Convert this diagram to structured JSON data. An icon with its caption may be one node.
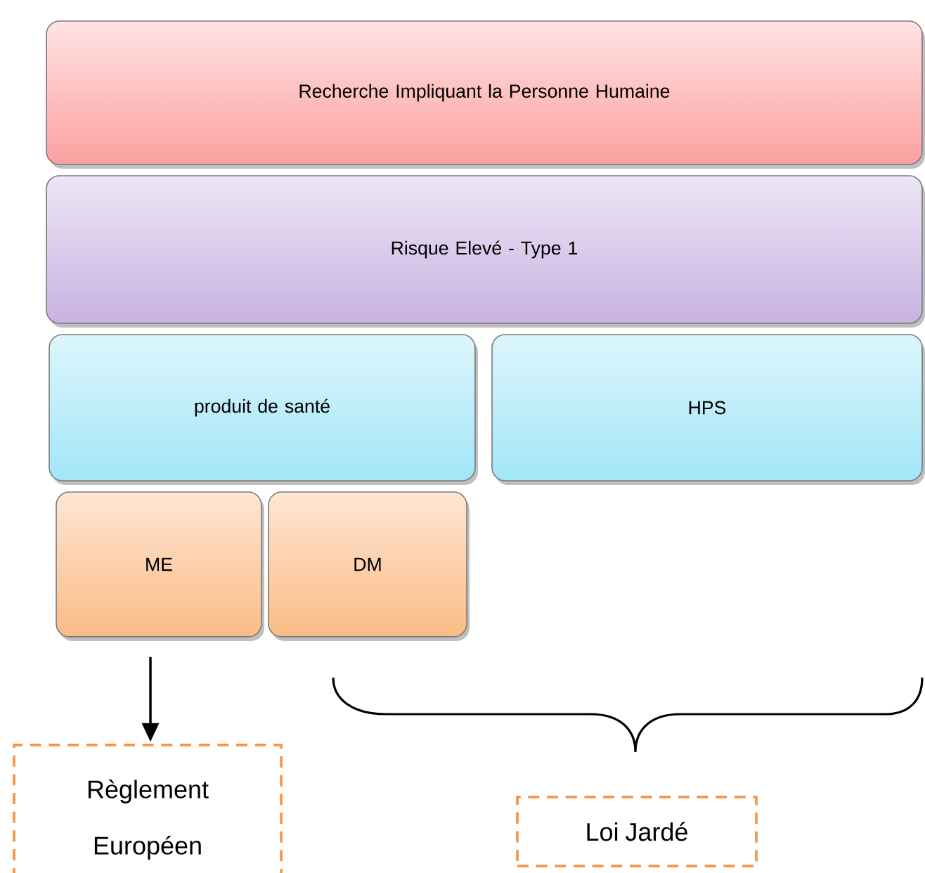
{
  "diagram": {
    "nodes": [
      {
        "text": [
          "Recherche Impliquant la Personne Humaine"
        ]
      },
      {
        "text": [
          "Risque Elevé - Type 1"
        ]
      },
      {
        "text": [
          "produit de santé"
        ]
      },
      {
        "text": [
          "HPS"
        ]
      },
      {
        "text": [
          "ME"
        ]
      },
      {
        "text": [
          "DM"
        ]
      },
      {
        "text": [
          "Règlement Européen"
        ]
      },
      {
        "text": [
          "Loi Jardé"
        ]
      }
    ],
    "edges": [
      {
        "from": 4,
        "to": 6,
        "arrow": "to"
      }
    ]
  }
}
